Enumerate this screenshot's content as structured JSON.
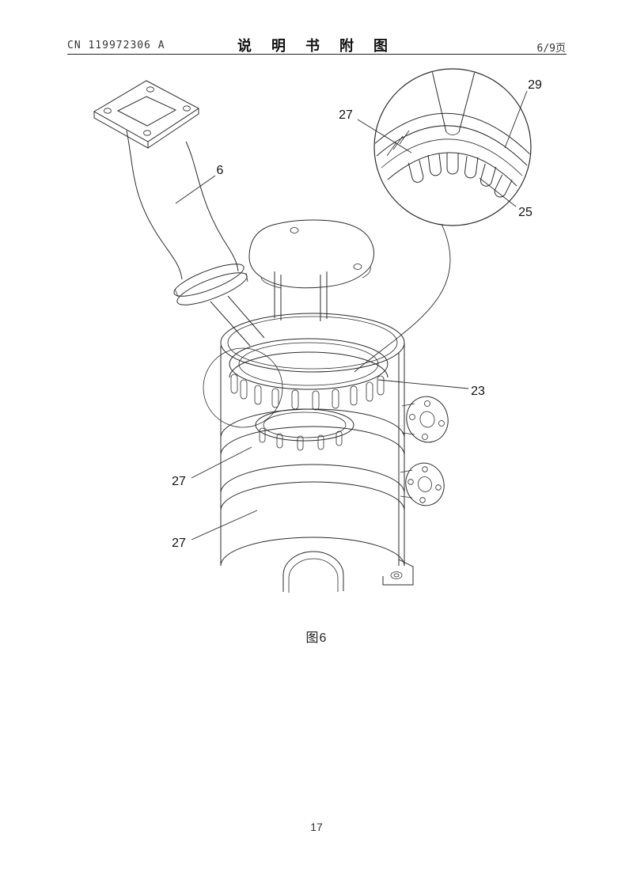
{
  "header": {
    "doc_number": "CN 119972306 A",
    "title": "说 明 书 附 图",
    "page_info": "6/9页"
  },
  "figure": {
    "caption": "图6",
    "labels": {
      "l6": "6",
      "l29": "29",
      "l27a": "27",
      "l25": "25",
      "l23": "23",
      "l27b": "27",
      "l27c": "27"
    }
  },
  "footer": {
    "page_number": "17"
  }
}
